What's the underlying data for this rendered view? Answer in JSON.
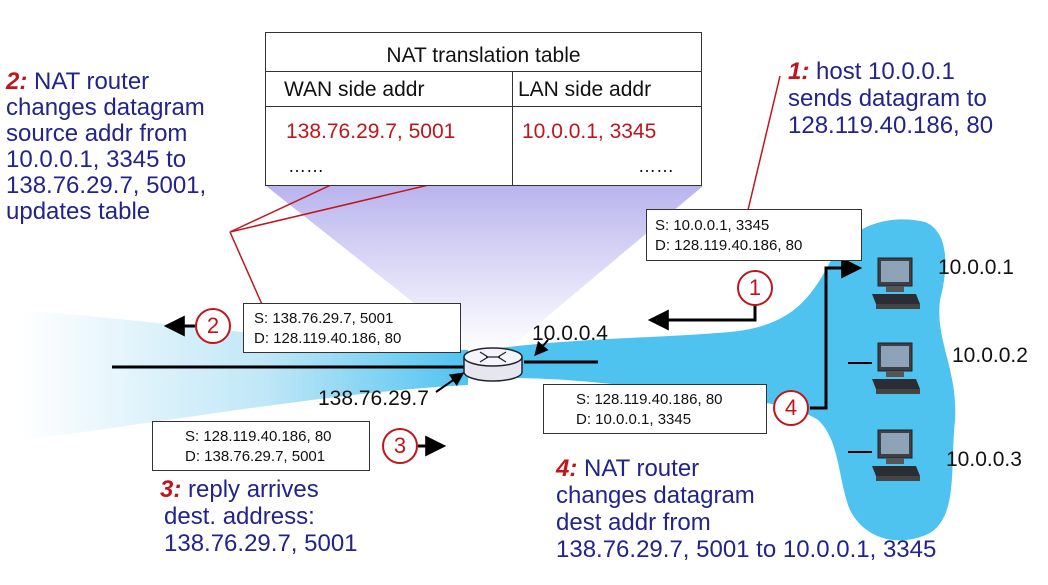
{
  "table": {
    "title": "NAT translation table",
    "headers": [
      "WAN side addr",
      "LAN side addr"
    ],
    "row": [
      "138.76.29.7, 5001",
      "10.0.0.1, 3345"
    ],
    "ellipsis": [
      "……",
      "……"
    ]
  },
  "steps": [
    {
      "num": "1:",
      "lines": [
        "host 10.0.0.1",
        "sends datagram to",
        "128.119.40.186, 80"
      ]
    },
    {
      "num": "2:",
      "lines": [
        "NAT router",
        "changes datagram",
        "source addr from",
        "10.0.0.1, 3345 to",
        "138.76.29.7, 5001,",
        "updates table"
      ]
    },
    {
      "num": "3:",
      "lines": [
        "reply arrives",
        "dest. address:",
        "138.76.29.7, 5001"
      ]
    },
    {
      "num": "4:",
      "lines": [
        "NAT router",
        "changes datagram",
        "dest addr from",
        "138.76.29.7, 5001 to 10.0.0.1, 3345"
      ]
    }
  ],
  "packets": [
    {
      "s": "S: 10.0.0.1, 3345",
      "d": "D: 128.119.40.186, 80"
    },
    {
      "s": "S: 138.76.29.7, 5001",
      "d": "D: 128.119.40.186, 80"
    },
    {
      "s": "S: 128.119.40.186, 80",
      "d": "D: 138.76.29.7, 5001"
    },
    {
      "s": "S: 128.119.40.186, 80",
      "d": "D: 10.0.0.1, 3345"
    }
  ],
  "circles": [
    "1",
    "2",
    "3",
    "4"
  ],
  "hosts": [
    "10.0.0.1",
    "10.0.0.2",
    "10.0.0.3"
  ],
  "router": {
    "lan_addr": "10.0.0.4",
    "wan_addr": "138.76.29.7"
  },
  "colors": {
    "network": "#4fc3f0",
    "step_text": "#23238e",
    "highlight": "#c0161b",
    "table_cone": "#b9b4ee"
  }
}
